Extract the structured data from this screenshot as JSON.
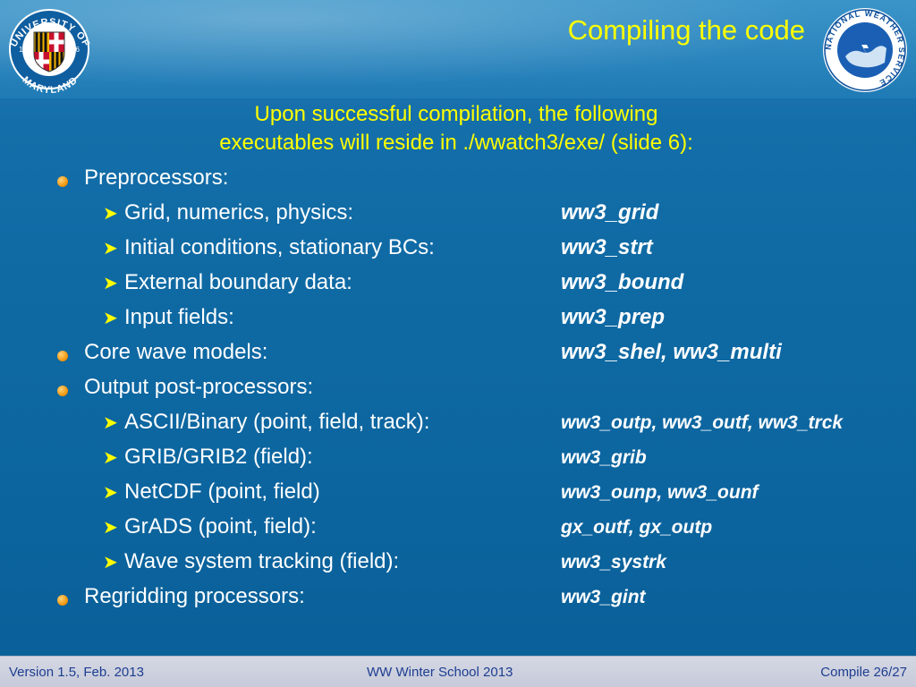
{
  "slide": {
    "title": "Compiling the code",
    "subtitle_line1": "Upon successful compilation, the following",
    "subtitle_line2": "executables will reside in ./wwatch3/exe/ (slide 6):"
  },
  "items": [
    {
      "label": "Preprocessors:",
      "value": ""
    },
    {
      "label": "Grid, numerics, physics:",
      "value": "ww3_grid"
    },
    {
      "label": "Initial conditions, stationary BCs:",
      "value": "ww3_strt"
    },
    {
      "label": "External boundary data:",
      "value": "ww3_bound"
    },
    {
      "label": "Input fields:",
      "value": "ww3_prep"
    },
    {
      "label": "Core wave models:",
      "value": "ww3_shel, ww3_multi"
    },
    {
      "label": "Output post-processors:",
      "value": ""
    },
    {
      "label": "ASCII/Binary (point, field, track):",
      "value": "ww3_outp, ww3_outf, ww3_trck"
    },
    {
      "label": "GRIB/GRIB2 (field):",
      "value": "ww3_grib"
    },
    {
      "label": "NetCDF (point, field)",
      "value": "ww3_ounp, ww3_ounf"
    },
    {
      "label": "GrADS (point, field):",
      "value": "gx_outf, gx_outp"
    },
    {
      "label": "Wave system tracking (field):",
      "value": "ww3_systrk"
    },
    {
      "label": "Regridding processors:",
      "value": "ww3_gint"
    }
  ],
  "footer": {
    "left": "Version 1.5, Feb. 2013",
    "center": "WW Winter School 2013",
    "right": "Compile 26/27"
  },
  "logos": {
    "umd": {
      "text_top": "UNIVERSITY OF",
      "text_bottom": "MARYLAND",
      "year_left": "18",
      "year_right": "56"
    },
    "nws": {
      "text": "NATIONAL WEATHER SERVICE"
    }
  },
  "colors": {
    "title": "#ffff00",
    "body_text": "#ffffff",
    "bullet": "#f39a12",
    "footer_text": "#1d3e91"
  }
}
